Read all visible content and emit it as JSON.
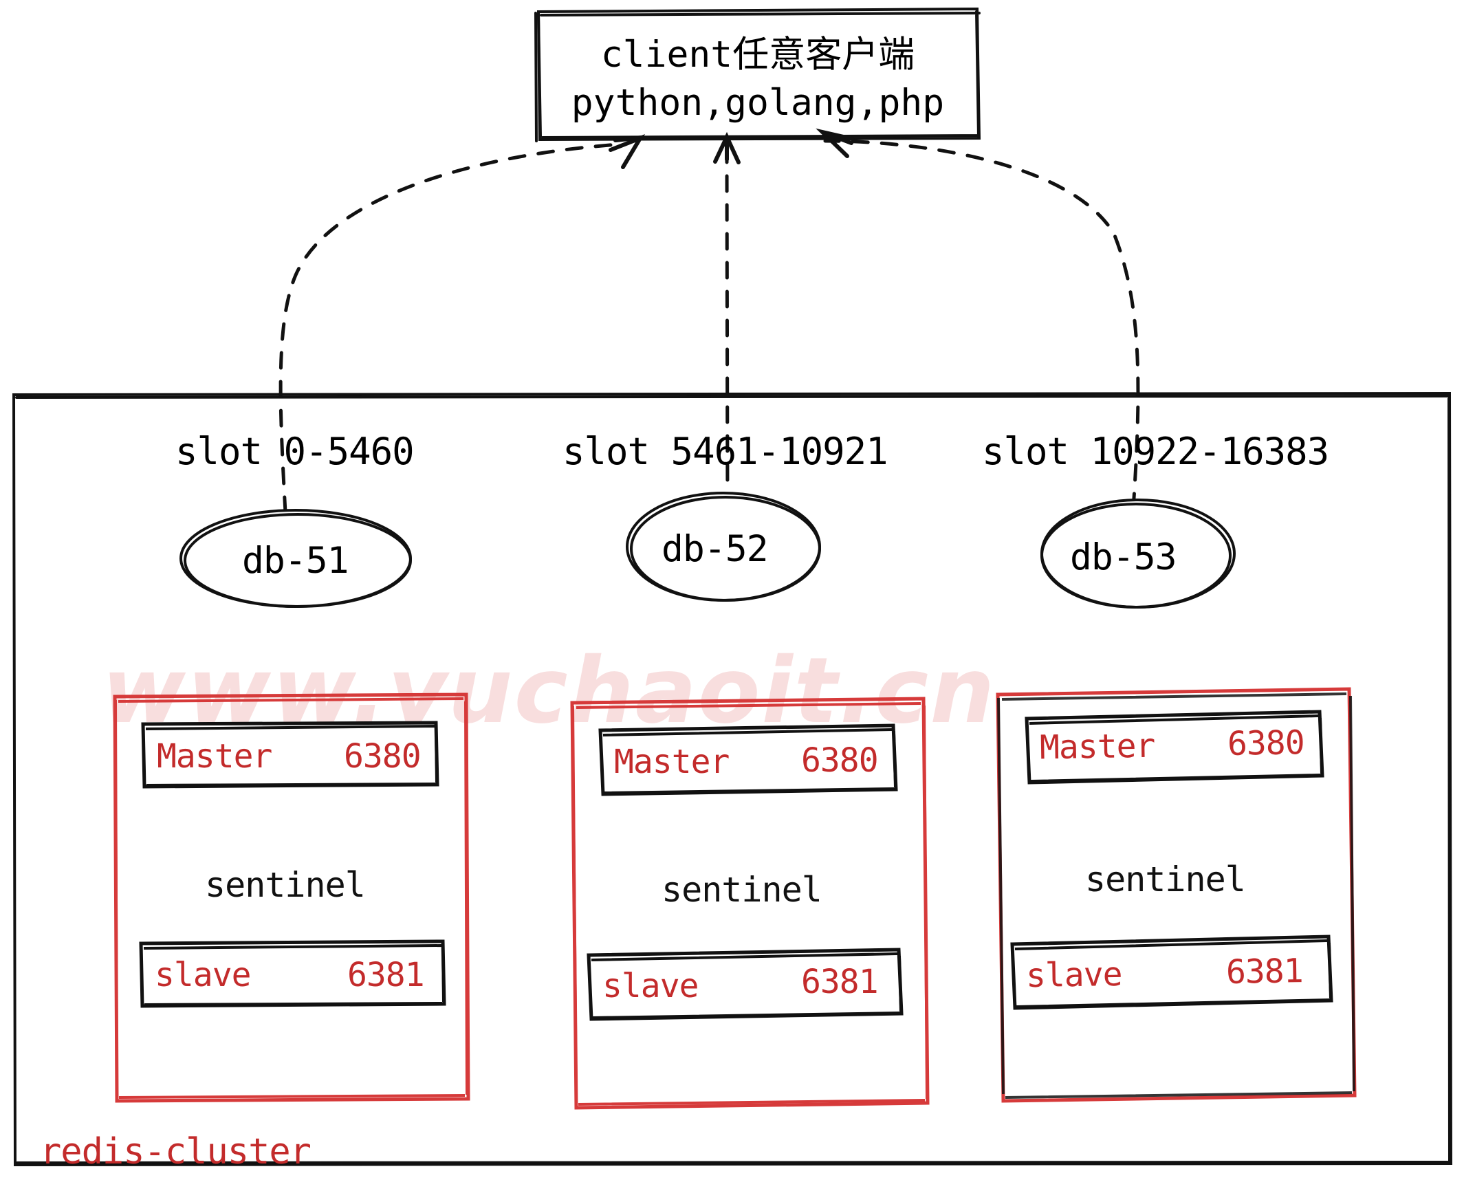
{
  "diagram": {
    "title_client_box": {
      "line1": "client任意客户端",
      "line2": "python,golang,php"
    },
    "cluster_caption": "redis-cluster",
    "watermark": "www.yuchaoit.cn",
    "colors": {
      "accent_red": "#c32b2b",
      "group_border_red": "#d63a3a",
      "stroke_black": "#1a1a1a",
      "watermark_pink": "#f8dede",
      "background": "#ffffff"
    },
    "shards": [
      {
        "slot_label": "slot 0-5460",
        "node_label": "db-51",
        "master_name": "Master",
        "master_port": "6380",
        "sentinel_label": "sentinel",
        "slave_name": "slave",
        "slave_port": "6381"
      },
      {
        "slot_label": "slot 5461-10921",
        "node_label": "db-52",
        "master_name": "Master",
        "master_port": "6380",
        "sentinel_label": "sentinel",
        "slave_name": "slave",
        "slave_port": "6381"
      },
      {
        "slot_label": "slot 10922-16383",
        "node_label": "db-53",
        "master_name": "Master",
        "master_port": "6380",
        "sentinel_label": "sentinel",
        "slave_name": "slave",
        "slave_port": "6381"
      }
    ]
  }
}
